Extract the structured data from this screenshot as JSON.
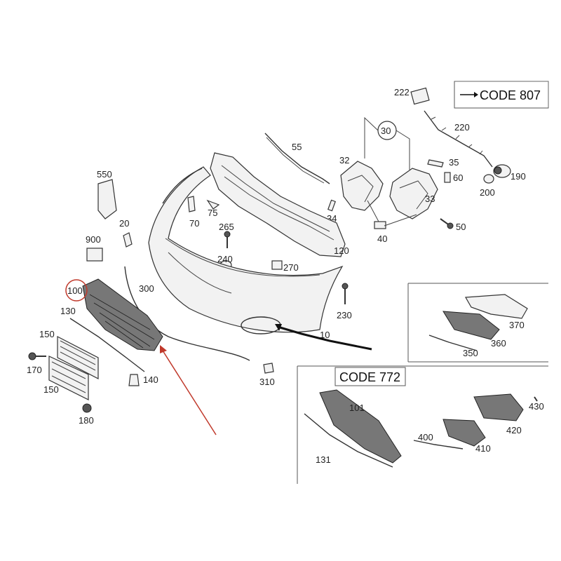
{
  "callouts": {
    "c222": "222",
    "c220": "220",
    "c190": "190",
    "c200": "200",
    "c30": "30",
    "c55": "55",
    "c32": "32",
    "c35": "35",
    "c60": "60",
    "c33": "33",
    "c550": "550",
    "c75": "75",
    "c70": "70",
    "c20": "20",
    "c34": "34",
    "c50": "50",
    "c40": "40",
    "c265": "265",
    "c900": "900",
    "c120": "120",
    "c240": "240",
    "c270": "270",
    "c100": "100",
    "c300": "300",
    "c230": "230",
    "c130": "130",
    "c370": "370",
    "c10": "10",
    "c360": "360",
    "c150a": "150",
    "c350": "350",
    "c170": "170",
    "c140": "140",
    "c310": "310",
    "c150b": "150",
    "c101": "101",
    "c430": "430",
    "c180": "180",
    "c420": "420",
    "c400": "400",
    "c410": "410",
    "c131": "131"
  },
  "codes": {
    "code807": "CODE 807",
    "code772": "CODE 772"
  },
  "highlight": {
    "circled_part": "100",
    "circle_color": "#c0392b",
    "arrow_color": "#c0392b"
  }
}
